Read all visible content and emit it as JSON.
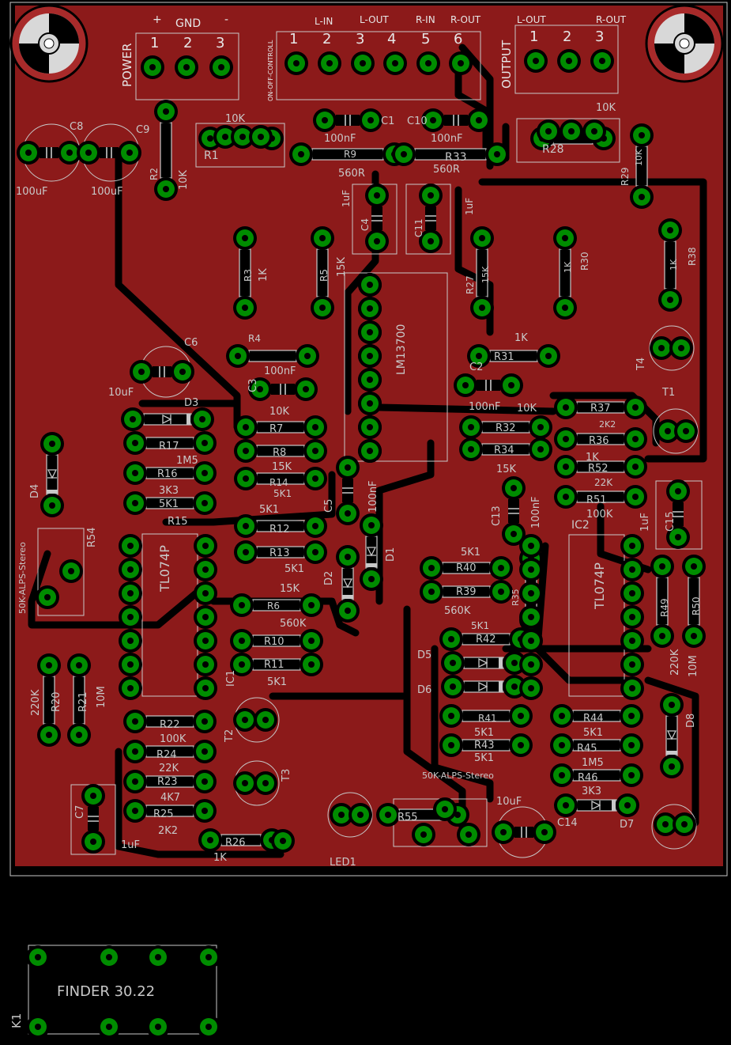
{
  "board": {
    "colors": {
      "copper": "#8c1a1a",
      "trace": "#000000",
      "pad": "#008c00",
      "silk": "#c8c8c8",
      "background": "#000000"
    },
    "terminals": {
      "power": {
        "title": "POWER",
        "header": [
          "+",
          "GND",
          "-"
        ],
        "pins": [
          "1",
          "2",
          "3"
        ]
      },
      "control": {
        "side": "ON-OFF-CONTROLL",
        "header": [
          "L-IN",
          "L-OUT",
          "R-IN",
          "R-OUT"
        ],
        "pins": [
          "1",
          "2",
          "3",
          "4",
          "5",
          "6"
        ]
      },
      "output": {
        "title": "OUTPUT",
        "header": [
          "L-OUT",
          "R-OUT"
        ],
        "pins": [
          "1",
          "2",
          "3"
        ]
      }
    },
    "labels": [
      {
        "id": "C8",
        "text": "C8"
      },
      {
        "id": "C9",
        "text": "C9"
      },
      {
        "id": "c8v",
        "text": "100uF"
      },
      {
        "id": "c9v",
        "text": "100uF"
      },
      {
        "id": "r1v",
        "text": "10K"
      },
      {
        "id": "R1",
        "text": "R1"
      },
      {
        "id": "R2",
        "text": "R2"
      },
      {
        "id": "r2v",
        "text": "10K"
      },
      {
        "id": "C1",
        "text": "C1"
      },
      {
        "id": "C10",
        "text": "C10"
      },
      {
        "id": "c1v",
        "text": "100nF"
      },
      {
        "id": "c10v",
        "text": "100nF"
      },
      {
        "id": "R9",
        "text": "R9"
      },
      {
        "id": "r9v",
        "text": "560R"
      },
      {
        "id": "R33",
        "text": "R33"
      },
      {
        "id": "r33v",
        "text": "560R"
      },
      {
        "id": "r28v",
        "text": "10K"
      },
      {
        "id": "R28",
        "text": "R28"
      },
      {
        "id": "R29",
        "text": "R29"
      },
      {
        "id": "r29v",
        "text": "10K"
      },
      {
        "id": "C4",
        "text": "C4"
      },
      {
        "id": "c4v",
        "text": "1uF"
      },
      {
        "id": "C11",
        "text": "C11"
      },
      {
        "id": "c11v",
        "text": "1uF"
      },
      {
        "id": "R3",
        "text": "R3"
      },
      {
        "id": "r3v",
        "text": "1K"
      },
      {
        "id": "R5",
        "text": "R5"
      },
      {
        "id": "r5v",
        "text": "15K"
      },
      {
        "id": "IC3",
        "text": "LM13700"
      },
      {
        "id": "R27",
        "text": "R27"
      },
      {
        "id": "r27v",
        "text": "15K"
      },
      {
        "id": "R30",
        "text": "R30"
      },
      {
        "id": "r30v",
        "text": "1K"
      },
      {
        "id": "R38",
        "text": "R38"
      },
      {
        "id": "r38v",
        "text": "1K"
      },
      {
        "id": "C6",
        "text": "C6"
      },
      {
        "id": "c6v",
        "text": "10uF"
      },
      {
        "id": "R4",
        "text": "R4"
      },
      {
        "id": "r4v",
        "text": "100nF"
      },
      {
        "id": "C3",
        "text": "C3"
      },
      {
        "id": "r31v",
        "text": "1K"
      },
      {
        "id": "R31",
        "text": "R31"
      },
      {
        "id": "C2",
        "text": "C2"
      },
      {
        "id": "c2v",
        "text": "100nF"
      },
      {
        "id": "T4",
        "text": "T4"
      },
      {
        "id": "T1",
        "text": "T1"
      },
      {
        "id": "D3",
        "text": "D3"
      },
      {
        "id": "r7v",
        "text": "10K"
      },
      {
        "id": "R7",
        "text": "R7"
      },
      {
        "id": "R8",
        "text": "R8"
      },
      {
        "id": "r8v",
        "text": "15K"
      },
      {
        "id": "R14",
        "text": "R14"
      },
      {
        "id": "r14v",
        "text": "5K1"
      },
      {
        "id": "R17",
        "text": "R17"
      },
      {
        "id": "r17v",
        "text": "1M5"
      },
      {
        "id": "R16",
        "text": "R16"
      },
      {
        "id": "r16v",
        "text": "3K3"
      },
      {
        "id": "R15",
        "text": "R15"
      },
      {
        "id": "r15v",
        "text": "5K1"
      },
      {
        "id": "r32v",
        "text": "10K"
      },
      {
        "id": "R32",
        "text": "R32"
      },
      {
        "id": "R34",
        "text": "R34"
      },
      {
        "id": "r34v",
        "text": "15K"
      },
      {
        "id": "R37",
        "text": "R37"
      },
      {
        "id": "R36",
        "text": "R36"
      },
      {
        "id": "r36v",
        "text": "1K"
      },
      {
        "id": "r37v",
        "text": "2K2"
      },
      {
        "id": "R52",
        "text": "R52"
      },
      {
        "id": "r52v",
        "text": "22K"
      },
      {
        "id": "R51",
        "text": "R51"
      },
      {
        "id": "r51v",
        "text": "100K"
      },
      {
        "id": "D4",
        "text": "D4"
      },
      {
        "id": "R54",
        "text": "R54"
      },
      {
        "id": "r54v",
        "text": "50K-ALPS-Stereo"
      },
      {
        "id": "C5",
        "text": "C5"
      },
      {
        "id": "c5v",
        "text": "100nF"
      },
      {
        "id": "C13",
        "text": "C13"
      },
      {
        "id": "c13v",
        "text": "100nF"
      },
      {
        "id": "C15",
        "text": "C15"
      },
      {
        "id": "c15v",
        "text": "1uF"
      },
      {
        "id": "IC2",
        "text": "IC2"
      },
      {
        "id": "IC2p",
        "text": "TL074P"
      },
      {
        "id": "r12v",
        "text": "5K1"
      },
      {
        "id": "R12",
        "text": "R12"
      },
      {
        "id": "R13",
        "text": "R13"
      },
      {
        "id": "r13v",
        "text": "5K1"
      },
      {
        "id": "D2",
        "text": "D2"
      },
      {
        "id": "D1",
        "text": "D1"
      },
      {
        "id": "IC1p",
        "text": "TL074P"
      },
      {
        "id": "r40v",
        "text": "5K1"
      },
      {
        "id": "R40",
        "text": "R40"
      },
      {
        "id": "R39",
        "text": "R39"
      },
      {
        "id": "r39v",
        "text": "560K"
      },
      {
        "id": "R35",
        "text": "R35"
      },
      {
        "id": "R49",
        "text": "R49"
      },
      {
        "id": "R50",
        "text": "R50"
      },
      {
        "id": "r49v",
        "text": "220K"
      },
      {
        "id": "r50v",
        "text": "10M"
      },
      {
        "id": "r6v",
        "text": "15K"
      },
      {
        "id": "R6",
        "text": "R6"
      },
      {
        "id": "r10v",
        "text": "560K"
      },
      {
        "id": "R10",
        "text": "R10"
      },
      {
        "id": "R11",
        "text": "R11"
      },
      {
        "id": "r11v",
        "text": "5K1"
      },
      {
        "id": "IC1",
        "text": "IC1"
      },
      {
        "id": "R20",
        "text": "R20"
      },
      {
        "id": "R21",
        "text": "R21"
      },
      {
        "id": "r20v",
        "text": "220K"
      },
      {
        "id": "r21v",
        "text": "10M"
      },
      {
        "id": "D5",
        "text": "D5"
      },
      {
        "id": "D6",
        "text": "D6"
      },
      {
        "id": "r42v",
        "text": "5K1"
      },
      {
        "id": "R42",
        "text": "R42"
      },
      {
        "id": "R41",
        "text": "R41"
      },
      {
        "id": "r41v",
        "text": "5K1"
      },
      {
        "id": "R43",
        "text": "R43"
      },
      {
        "id": "r43v",
        "text": "5K1"
      },
      {
        "id": "R44",
        "text": "R44"
      },
      {
        "id": "r44v",
        "text": "5K1"
      },
      {
        "id": "R45",
        "text": "R45"
      },
      {
        "id": "r45v",
        "text": "1M5"
      },
      {
        "id": "R46",
        "text": "R46"
      },
      {
        "id": "r46v",
        "text": "3K3"
      },
      {
        "id": "D8",
        "text": "D8"
      },
      {
        "id": "D7",
        "text": "D7"
      },
      {
        "id": "C14",
        "text": "C14"
      },
      {
        "id": "R22",
        "text": "R22"
      },
      {
        "id": "r22v",
        "text": "100K"
      },
      {
        "id": "R24",
        "text": "R24"
      },
      {
        "id": "r24v",
        "text": "22K"
      },
      {
        "id": "R23",
        "text": "R23"
      },
      {
        "id": "r23v",
        "text": "4K7"
      },
      {
        "id": "R25",
        "text": "R25"
      },
      {
        "id": "r25v",
        "text": "2K2"
      },
      {
        "id": "T2",
        "text": "T2"
      },
      {
        "id": "T3",
        "text": "T3"
      },
      {
        "id": "C7",
        "text": "C7"
      },
      {
        "id": "c7v",
        "text": "1uF"
      },
      {
        "id": "R26",
        "text": "R26"
      },
      {
        "id": "r26v",
        "text": "1K"
      },
      {
        "id": "R55",
        "text": "R55"
      },
      {
        "id": "r55v",
        "text": "50K-ALPS-Stereo"
      },
      {
        "id": "c14v",
        "text": "10uF"
      },
      {
        "id": "LED1",
        "text": "LED1"
      }
    ],
    "relay": {
      "name": "K1",
      "part": "FINDER 30.22"
    }
  }
}
